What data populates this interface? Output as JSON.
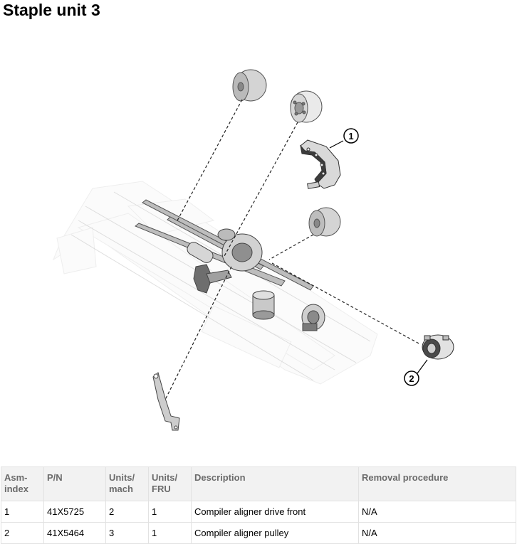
{
  "page": {
    "title": "Staple unit 3"
  },
  "callouts": [
    "1",
    "2"
  ],
  "table": {
    "headers": {
      "asm_index": "Asm-\nindex",
      "pn": "P/N",
      "units_mach": "Units/\nmach",
      "units_fru": "Units/\nFRU",
      "description": "Description",
      "removal": "Removal procedure"
    },
    "rows": [
      {
        "asm_index": "1",
        "pn": "41X5725",
        "units_mach": "2",
        "units_fru": "1",
        "description": "Compiler aligner drive front",
        "removal": "N/A"
      },
      {
        "asm_index": "2",
        "pn": "41X5464",
        "units_mach": "3",
        "units_fru": "1",
        "description": "Compiler aligner pulley",
        "removal": "N/A"
      }
    ]
  }
}
